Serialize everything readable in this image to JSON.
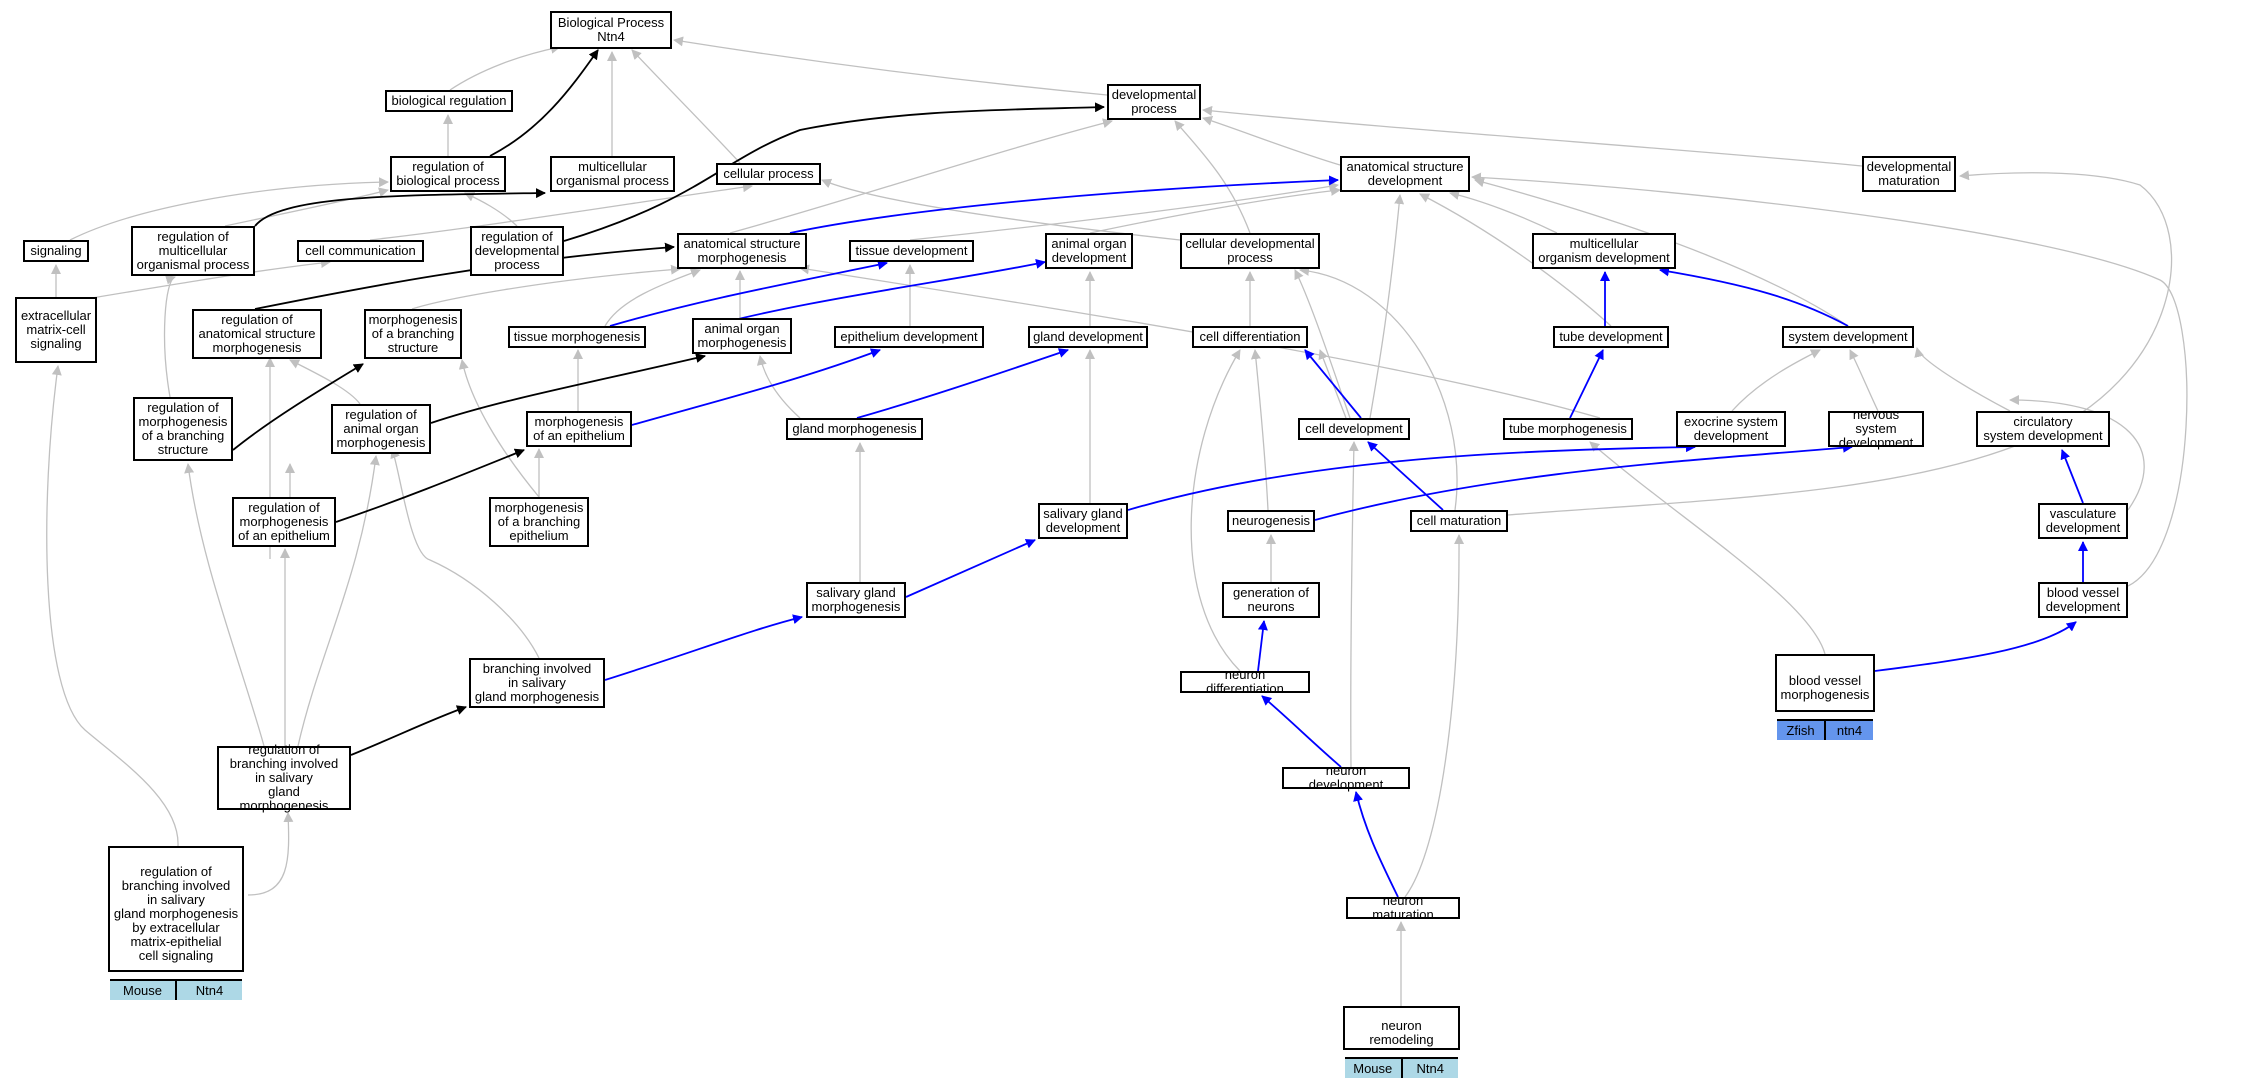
{
  "diagram": {
    "colors": {
      "is_a": "#c0c0c0",
      "part_of": "#0000ff",
      "regulates": "#000000"
    },
    "nodes": {
      "bp": "Biological Process\nNtn4",
      "bioreg": "biological regulation",
      "regbp": "regulation of\nbiological process",
      "multi": "multicellular\norganismal process",
      "cellproc": "cellular process",
      "devproc": "developmental\nprocess",
      "anatdev": "anatomical structure\ndevelopment",
      "devmat": "developmental\nmaturation",
      "signaling": "signaling",
      "regmulti": "regulation of\nmulticellular\norganismal process",
      "cellcomm": "cell communication",
      "regdev": "regulation of\ndevelopmental\nprocess",
      "anatmorph": "anatomical structure\nmorphogenesis",
      "tissuedev": "tissue development",
      "animorgdev": "animal organ\ndevelopment",
      "celldevproc": "cellular developmental\nprocess",
      "multidev": "multicellular\norganism development",
      "ecm": "extracellular\nmatrix-cell\nsignaling",
      "reganat": "regulation of\nanatomical structure\nmorphogenesis",
      "morphbranch": "morphogenesis\nof a branching\nstructure",
      "tissuemorph": "tissue morphogenesis",
      "animorgmorph": "animal organ\nmorphogenesis",
      "epidev": "epithelium development",
      "glanddev": "gland development",
      "celldiff": "cell differentiation",
      "tubedev": "tube development",
      "sysdev": "system development",
      "regmorphbranch": "regulation of\nmorphogenesis\nof a branching\nstructure",
      "reganimorg": "regulation of\nanimal organ\nmorphogenesis",
      "morphepi": "morphogenesis\nof an epithelium",
      "glandmorph": "gland morphogenesis",
      "celldev": "cell development",
      "tubemorph": "tube morphogenesis",
      "exosys": "exocrine system\ndevelopment",
      "nervsys": "nervous system\ndevelopment",
      "circsys": "circulatory\nsystem development",
      "regmorphepi": "regulation of\nmorphogenesis\nof an epithelium",
      "morphbranchepi": "morphogenesis\nof a branching\nepithelium",
      "salivdev": "salivary gland\ndevelopment",
      "neurogen": "neurogenesis",
      "cellmat": "cell maturation",
      "vascdev": "vasculature\ndevelopment",
      "genneur": "generation of\nneurons",
      "salivmorph": "salivary gland\nmorphogenesis",
      "bvdev": "blood vessel\ndevelopment",
      "branchsaliv": "branching involved\nin salivary\ngland morphogenesis",
      "neurdiff": "neuron differentiation",
      "regbranchsaliv": "regulation of\nbranching involved\nin salivary\ngland morphogenesis",
      "neurdev": "neuron development",
      "neurmat": "neuron maturation",
      "bvmorph": "blood vessel\nmorphogenesis",
      "regbranchecm": "regulation of\nbranching involved\nin salivary\ngland morphogenesis\nby extracellular\nmatrix-epithelial\ncell signaling",
      "neurremod": "neuron remodeling"
    },
    "annotations": {
      "bvmorph": [
        "Zfish",
        "ntn4"
      ],
      "regbranchecm": [
        "Mouse",
        "Ntn4"
      ],
      "neurremod": [
        "Mouse",
        "Ntn4"
      ]
    }
  }
}
